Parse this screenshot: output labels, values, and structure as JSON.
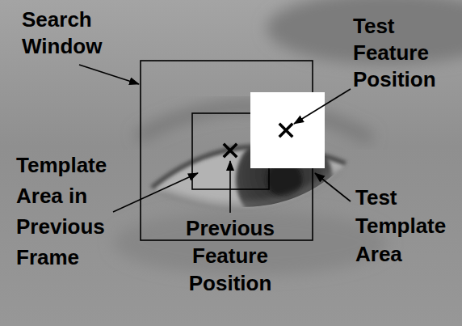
{
  "diagram": {
    "labels": [
      "Search Window",
      "Test Feature Position",
      "Template Area in Previous Frame",
      "Previous Feature Position",
      "Test Template Area"
    ]
  }
}
